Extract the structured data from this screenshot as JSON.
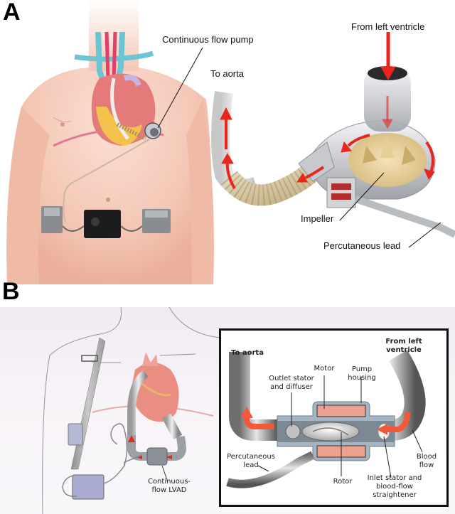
{
  "panels": {
    "a": {
      "letter": "A",
      "labels": {
        "pump": "Continuous flow pump",
        "to_aorta": "To aorta",
        "from_lv": "From left ventricle",
        "impeller": "Impeller",
        "perc_lead": "Percutaneous lead"
      }
    },
    "b": {
      "letter": "B",
      "labels": {
        "lvad_line1": "Continuous-",
        "lvad_line2": "flow LVAD"
      },
      "inset": {
        "to_aorta": "To aorta",
        "from_lv_line1": "From left",
        "from_lv_line2": "ventricle",
        "motor": "Motor",
        "pump_housing_line1": "Pump",
        "pump_housing_line2": "housing",
        "outlet_line1": "Outlet stator",
        "outlet_line2": "and diffuser",
        "perc_line1": "Percutaneous",
        "perc_line2": "lead",
        "rotor": "Rotor",
        "inlet_line1": "Inlet stator and",
        "inlet_line2": "blood-flow",
        "inlet_line3": "straightener",
        "blood_line1": "Blood",
        "blood_line2": "flow"
      }
    }
  },
  "colors": {
    "skin": "#f6cdbd",
    "flow_arrow": "#e8261e",
    "vein": "#6cc4d4",
    "heart": "#e57a7a",
    "fat": "#f3c24a",
    "device_dark": "#222222",
    "battery": "#8a8d90",
    "motor": "#eea08f",
    "housing": "#a6b5c4"
  }
}
